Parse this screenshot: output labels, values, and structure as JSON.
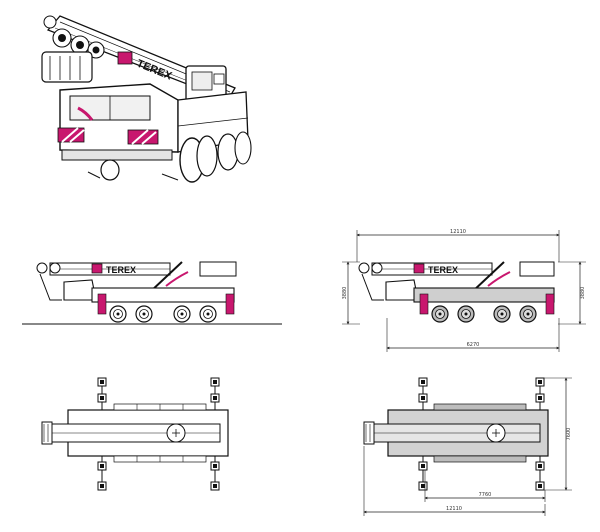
{
  "brand": {
    "name": "TEREX",
    "accent_color": "#c8176e"
  },
  "views": {
    "perspective": {
      "name": "crane-perspective-view"
    },
    "side": {
      "name": "crane-side-view"
    },
    "side_dimensioned": {
      "name": "crane-side-view-dimensioned",
      "overall_length": "12110",
      "wheelbase": "6270",
      "height_front": "3880",
      "height_rear": "3880"
    },
    "top": {
      "name": "crane-top-view"
    },
    "top_dimensioned": {
      "name": "crane-top-view-dimensioned",
      "outrigger_spread_length": "7760",
      "overall_length": "12110",
      "outrigger_width": "7600"
    }
  }
}
